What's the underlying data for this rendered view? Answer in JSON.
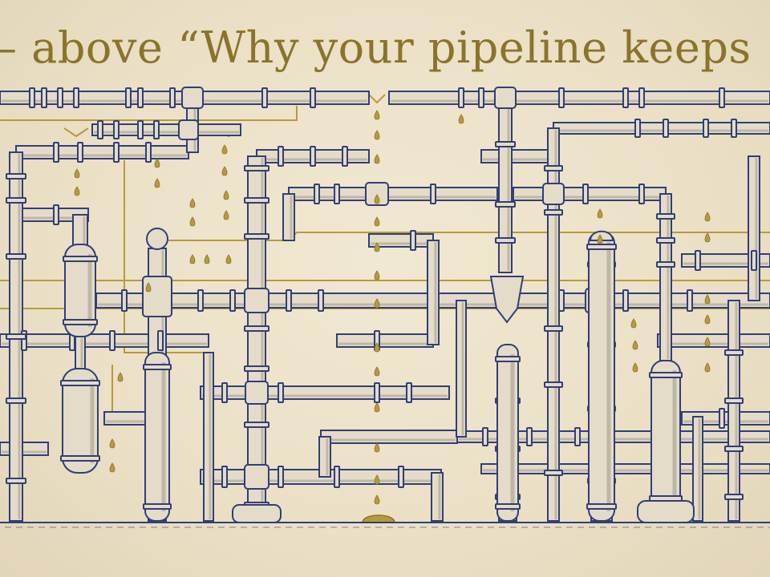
{
  "headline": "– above “Why your pipeline keeps leaki",
  "colors": {
    "paper": "#ece2cb",
    "ink": "#2f3f77",
    "pipe_fill": "#e4dcc8",
    "pipe_shade": "#bfb7a6",
    "gold": "#b89a3c",
    "headline": "#8a7428"
  },
  "icons": [
    "pipe-network-illustration",
    "leak-drop-icon",
    "valve-icon",
    "floor-hatch"
  ]
}
